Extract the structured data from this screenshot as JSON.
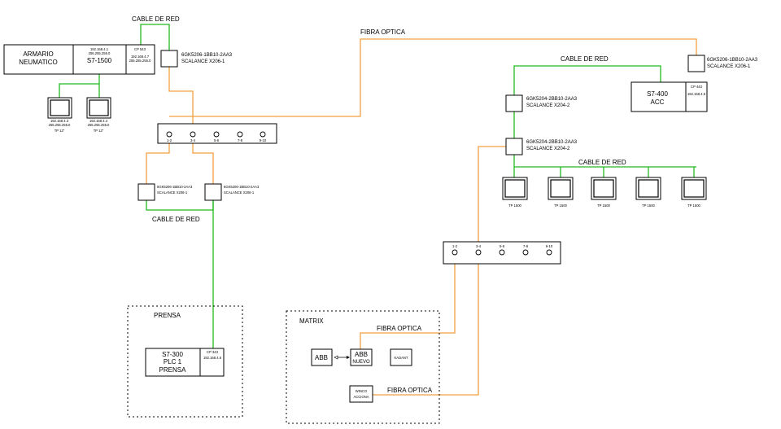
{
  "cable_labels": {
    "top_left": "CABLE DE RED",
    "top_right": "CABLE DE RED",
    "right_tp_row": "CABLE DE RED",
    "left_middle": "CABLE DE RED"
  },
  "fiber_labels": {
    "top": "FIBRA OPTICA",
    "matrix_upper": "FIBRA OPTICA",
    "matrix_lower": "FIBRA OPTICA"
  },
  "armario": {
    "name_line1": "ARMARIO",
    "name_line2": "NEUMATICO",
    "cpu_ips": [
      "192.168.4.1",
      "255.255.255.0"
    ],
    "cpu_model": "S7-1500",
    "cp_label": "CP 543",
    "cp_ips": [
      "192.168.4.7",
      "255.255.255.0"
    ]
  },
  "panels_left": [
    {
      "ip": "192.168.4.3",
      "mask": "255.255.255.0",
      "label": "TP 12\""
    },
    {
      "ip": "192.168.4.4",
      "mask": "255.255.255.0",
      "label": "TP 12\""
    }
  ],
  "switch_top_left": {
    "line1": "6GK5206-1BB10-2AA3",
    "line2": "SCALANCE X206-1"
  },
  "switch_left_a": {
    "line1": "6GK5206-1BB10-2AA3",
    "line2": "SCALANCE X206-1"
  },
  "switch_left_b": {
    "line1": "6GK5206-1BB10-2AA3",
    "line2": "SCALANCE X206-1"
  },
  "switch_top_right": {
    "line1": "6GK5206-1BB10-2AA3",
    "line2": "SCALANCE X206-1"
  },
  "switch_right_1": {
    "line1": "6GK5204-2BB10-2AA3",
    "line2": "SCALANCE X204-2"
  },
  "switch_right_2": {
    "line1": "6GK5204-2BB10-2AA3",
    "line2": "SCALANCE X204-2"
  },
  "patch_panel_ports": [
    "1-2",
    "3-4",
    "5-6",
    "7-8",
    "9-10"
  ],
  "s7_400": {
    "line1": "S7-400",
    "line2": "ACC",
    "cp_label": "CP 443",
    "cp_ip": "192.168.4.5"
  },
  "tp_1500_labels": [
    "TP 1500",
    "TP 1500",
    "TP 1500",
    "TP 1500",
    "TP 1500"
  ],
  "prensa": {
    "title": "PRENSA",
    "line1": "S7-300",
    "line2": "PLC 1",
    "line3": "PRENSA",
    "cp_label": "CP 343",
    "cp_ip": "192.168.4.6"
  },
  "matrix": {
    "title": "MATRIX",
    "abb": "ABB",
    "abb_nuevo_line1": "ABB",
    "abb_nuevo_line2": "NUEVO",
    "kadant": "KADANT",
    "winco_line1": "WINCO",
    "winco_line2": "ACCIONA"
  },
  "colors": {
    "ethernet_cable": "#22bb22",
    "fiber_optic": "#f0a040"
  }
}
